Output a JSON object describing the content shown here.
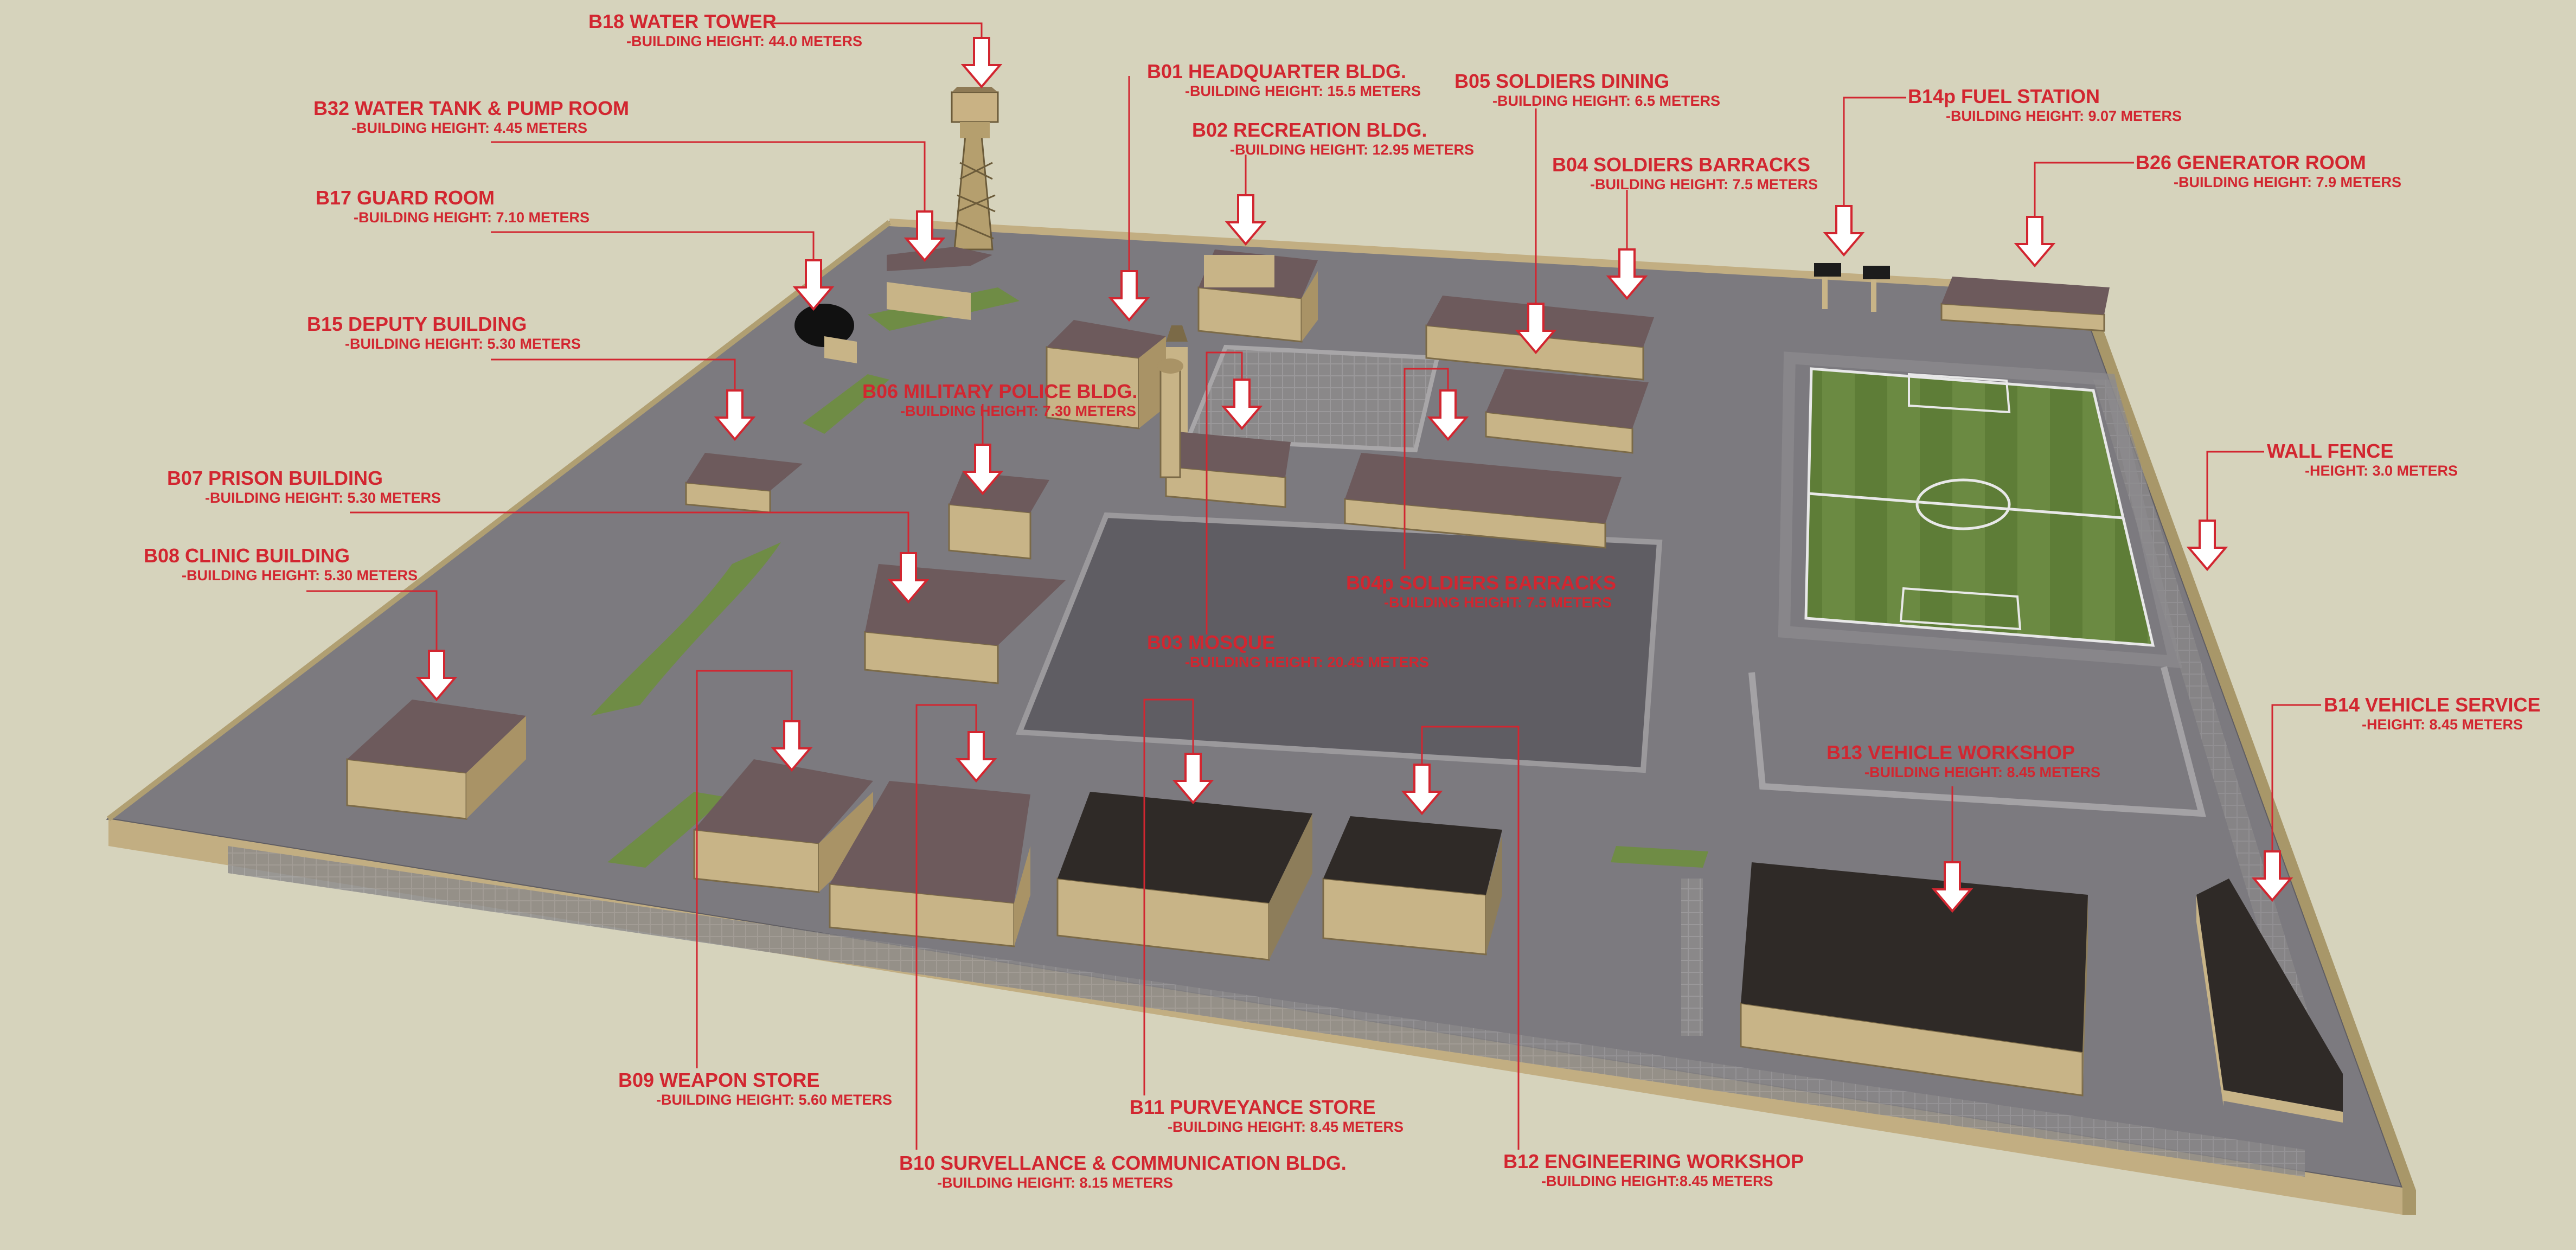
{
  "colors": {
    "background": "#d6d3bc",
    "ground": "#7d7b80",
    "label": "#d22630",
    "field": "#6f8a43",
    "building_wall": "#c8b487",
    "building_roof": "#6d5a5c",
    "dark_roof": "#2f2a27",
    "fence": "#b8a677"
  },
  "labels": [
    {
      "id": "B18",
      "title": "B18 WATER TOWER",
      "sub": "-BUILDING HEIGHT: 44.0 METERS"
    },
    {
      "id": "B01",
      "title": "B01 HEADQUARTER BLDG.",
      "sub": "-BUILDING HEIGHT: 15.5 METERS"
    },
    {
      "id": "B05",
      "title": "B05 SOLDIERS DINING",
      "sub": "-BUILDING HEIGHT: 6.5 METERS"
    },
    {
      "id": "B14p",
      "title": "B14p FUEL STATION",
      "sub": "-BUILDING HEIGHT: 9.07 METERS"
    },
    {
      "id": "B32",
      "title": "B32 WATER TANK & PUMP ROOM",
      "sub": "-BUILDING HEIGHT: 4.45 METERS"
    },
    {
      "id": "B02",
      "title": "B02 RECREATION BLDG.",
      "sub": "-BUILDING HEIGHT: 12.95 METERS"
    },
    {
      "id": "B04",
      "title": "B04 SOLDIERS BARRACKS",
      "sub": "-BUILDING HEIGHT: 7.5 METERS"
    },
    {
      "id": "B26",
      "title": "B26 GENERATOR ROOM",
      "sub": "-BUILDING HEIGHT: 7.9 METERS"
    },
    {
      "id": "B17",
      "title": "B17 GUARD ROOM",
      "sub": "-BUILDING HEIGHT: 7.10 METERS"
    },
    {
      "id": "B15",
      "title": "B15 DEPUTY BUILDING",
      "sub": "-BUILDING HEIGHT: 5.30 METERS"
    },
    {
      "id": "B06",
      "title": "B06 MILITARY POLICE BLDG.",
      "sub": "-BUILDING HEIGHT: 7.30 METERS"
    },
    {
      "id": "WALL",
      "title": "WALL FENCE",
      "sub": "-HEIGHT: 3.0 METERS"
    },
    {
      "id": "B07",
      "title": "B07 PRISON BUILDING",
      "sub": "-BUILDING HEIGHT: 5.30 METERS"
    },
    {
      "id": "B08",
      "title": "B08 CLINIC BUILDING",
      "sub": "-BUILDING HEIGHT: 5.30 METERS"
    },
    {
      "id": "B04p",
      "title": "B04p SOLDIERS BARRACKS",
      "sub": "-BUILDING HEIGHT: 7.5 METERS"
    },
    {
      "id": "B03",
      "title": "B03 MOSQUE",
      "sub": "-BUILDING HEIGHT: 20.45 METERS"
    },
    {
      "id": "B14",
      "title": "B14 VEHICLE SERVICE",
      "sub": "-HEIGHT: 8.45 METERS"
    },
    {
      "id": "B13",
      "title": "B13 VEHICLE WORKSHOP",
      "sub": "-BUILDING HEIGHT: 8.45 METERS"
    },
    {
      "id": "B09",
      "title": "B09 WEAPON STORE",
      "sub": "-BUILDING HEIGHT: 5.60 METERS"
    },
    {
      "id": "B11",
      "title": "B11 PURVEYANCE STORE",
      "sub": "-BUILDING HEIGHT: 8.45 METERS"
    },
    {
      "id": "B10",
      "title": "B10 SURVELLANCE & COMMUNICATION BLDG.",
      "sub": "-BUILDING HEIGHT: 8.15 METERS"
    },
    {
      "id": "B12",
      "title": "B12 ENGINEERING WORKSHOP",
      "sub": "-BUILDING HEIGHT:8.45 METERS"
    }
  ]
}
